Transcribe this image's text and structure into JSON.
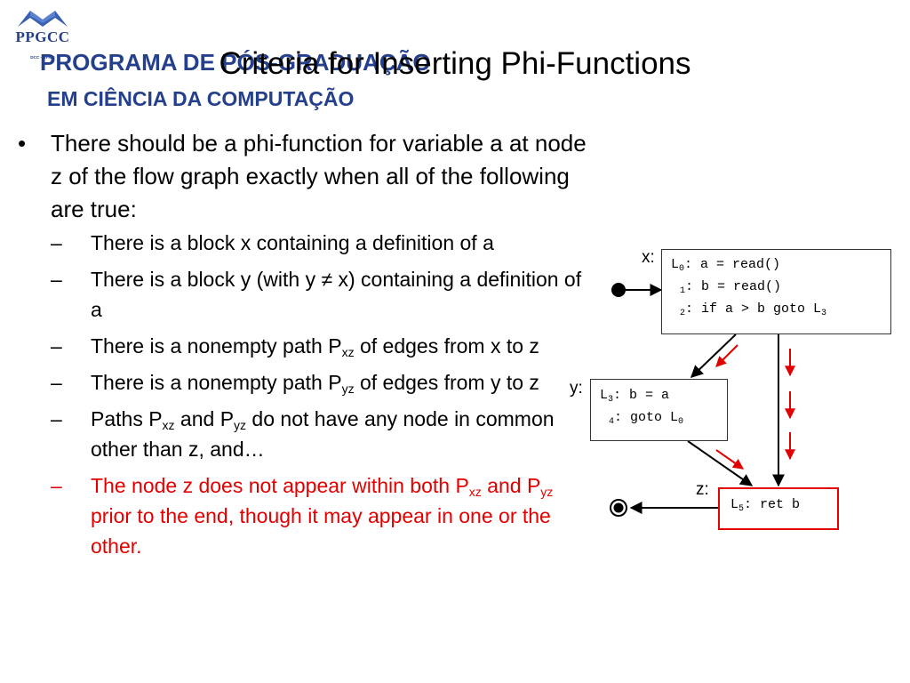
{
  "logo": {
    "name": "PPGCC",
    "sub_line1": "PROGRAMA DE PÓS-GRADUAÇÃO",
    "sub_line2": "EM CIÊNCIA DA COMPUTAÇÃO",
    "sub_line3": "DCC - UFMG"
  },
  "slide": {
    "title": "Criteria for Inserting Phi-Functions",
    "bullet_mark": "•",
    "dash": "–",
    "main_bullet": "There should be a phi-function for variable a at node z of the flow graph exactly when all of the following are true:",
    "sub1": "There is a block x containing a definition of a",
    "sub2": "There is a block y (with y ≠ x) containing a definition of a",
    "sub3_pre": "There is a nonempty path P",
    "sub3_sub": "xz",
    "sub3_post": " of edges from x to z",
    "sub4_pre": "There is a nonempty path P",
    "sub4_sub": "yz",
    "sub4_post": " of edges from y to z",
    "sub5_a": "Paths P",
    "sub5_s1": "xz",
    "sub5_b": " and P",
    "sub5_s2": "yz",
    "sub5_c": " do not have any node in common other than z, and…",
    "sub6_a": "The node z does not appear within both P",
    "sub6_s1": "xz",
    "sub6_b": " and P",
    "sub6_s2": "yz",
    "sub6_c": " prior to the end, though it may appear in one or the other."
  },
  "diagram": {
    "x_label": "x:",
    "y_label": "y:",
    "z_label": "z:",
    "block_x": {
      "line1_a": "L",
      "line1_sub": "0",
      "line1_b": ": a = read()",
      "line2_sub": "1",
      "line2_b": ": b = read()",
      "line3_sub": "2",
      "line3_b": ": if a > b goto L",
      "line3_end": "3"
    },
    "block_y": {
      "line1_a": "L",
      "line1_sub": "3",
      "line1_b": ": b = a",
      "line2_sub": "4",
      "line2_b": ": goto L",
      "line2_end": "0"
    },
    "block_z": {
      "line1_a": "L",
      "line1_sub": "5",
      "line1_b": ": ret b"
    },
    "colors": {
      "edge": "#000000",
      "path_arrow": "#e30000",
      "z_border": "#e60000"
    }
  }
}
